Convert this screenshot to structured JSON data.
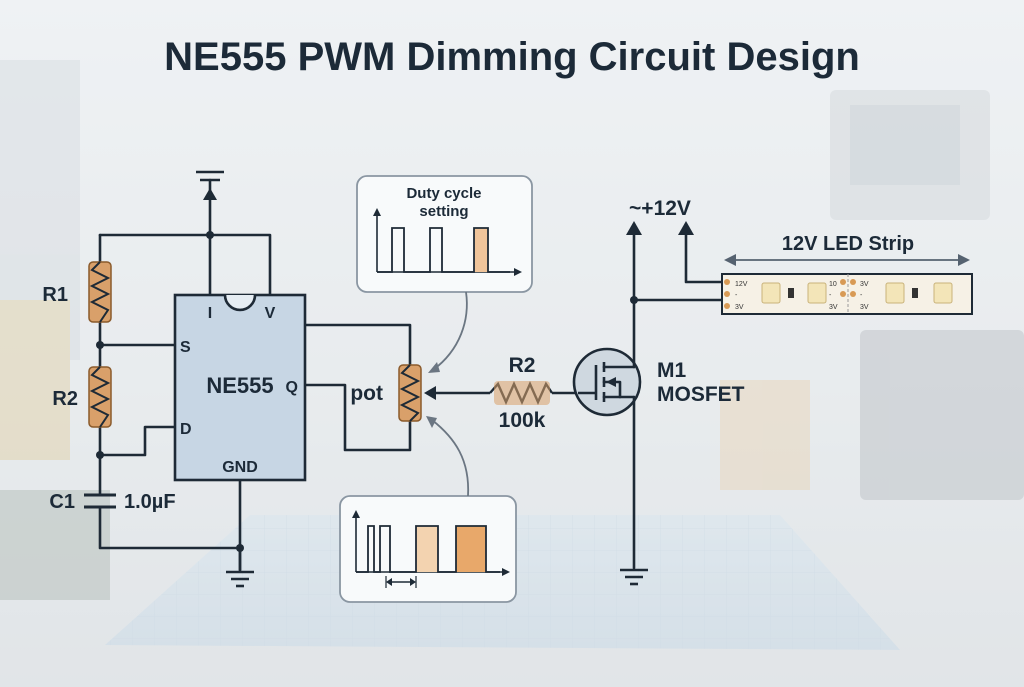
{
  "title": "NE555 PWM Dimming Circuit Design",
  "colors": {
    "resistor": "#c68a4a",
    "wire": "#1e2a36",
    "ic_fill": "#c7d6e4",
    "pulse_fill": "#f0c49a"
  },
  "components": {
    "r1": "R1",
    "r2_left": "R2",
    "c1": "C1",
    "c1_value": "1.0µF",
    "ic_label": "NE555",
    "pin_i": "I",
    "pin_v": "V",
    "pin_s": "S",
    "pin_q": "Q",
    "pin_d": "D",
    "pin_gnd": "GND",
    "pot": "pot",
    "r2_right": "R2",
    "r2_value": "100k",
    "mosfet_ref": "M1",
    "mosfet_type": "MOSFET",
    "supply": "~+12V"
  },
  "callouts": {
    "duty_cycle_line1": "Duty cycle",
    "duty_cycle_line2": "setting"
  },
  "led_strip": {
    "label": "12V LED Strip",
    "pad_labels_left": [
      "12V",
      "-",
      "3V"
    ],
    "pad_labels_right": [
      "10",
      "-",
      "3V"
    ],
    "pad_labels_right_b": [
      "3V",
      "-",
      "3V"
    ]
  }
}
